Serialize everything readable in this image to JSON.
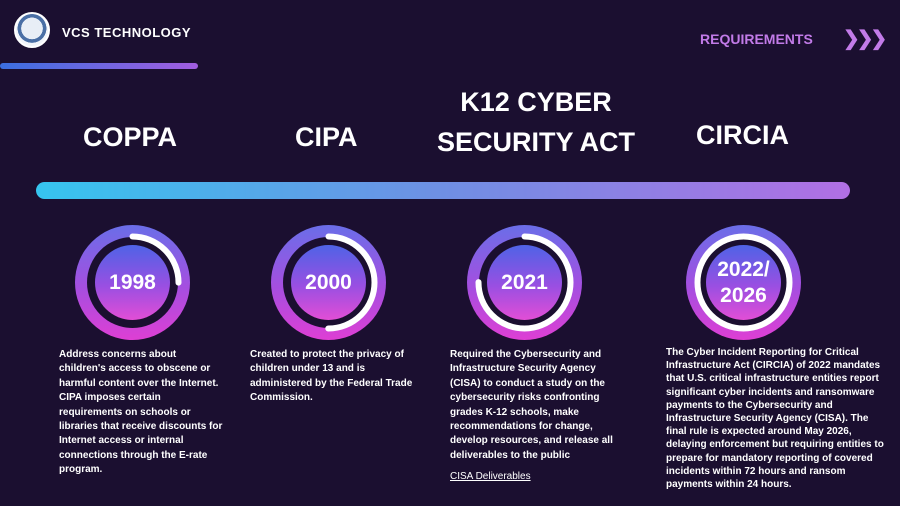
{
  "brand": {
    "name": "VCS TECHNOLOGY"
  },
  "nav": {
    "label": "REQUIREMENTS",
    "arrow_icon": "triple-chevron-right",
    "color": "#c27be8"
  },
  "colors": {
    "background": "#1b0f30",
    "timeline_start": "#36c5ef",
    "timeline_end": "#b16fe4",
    "ring_end": "#de3fd4"
  },
  "acts": [
    {
      "title": "COPPA",
      "year": "1998",
      "progress": 0.25,
      "description": "Address concerns about children's access to obscene or harmful content over the Internet. CIPA imposes certain requirements on schools or libraries that receive discounts for Internet access or internal connections through the E-rate program."
    },
    {
      "title": "CIPA",
      "year": "2000",
      "progress": 0.5,
      "description": "Created to protect the privacy of children under 13 and is administered by the Federal Trade Commission."
    },
    {
      "title": "K12 CYBER SECURITY ACT",
      "year": "2021",
      "progress": 0.75,
      "description": "Required the Cybersecurity and Infrastructure Security Agency (CISA) to conduct a study on the cybersecurity risks confronting grades K-12 schools, make recommendations for change, develop resources, and release all deliverables to the public",
      "link": "CISA Deliverables"
    },
    {
      "title": "CIRCIA",
      "year": "2022/ 2026",
      "progress": 1.0,
      "description": "The Cyber Incident Reporting for Critical Infrastructure Act (CIRCIA) of 2022 mandates that U.S. critical infrastructure entities report significant cyber incidents and ransomware payments to the Cybersecurity and Infrastructure Security Agency (CISA). The final rule is expected around May 2026, delaying enforcement but requiring entities to prepare for mandatory reporting of covered incidents within 72 hours and ransom payments within 24 hours."
    }
  ]
}
